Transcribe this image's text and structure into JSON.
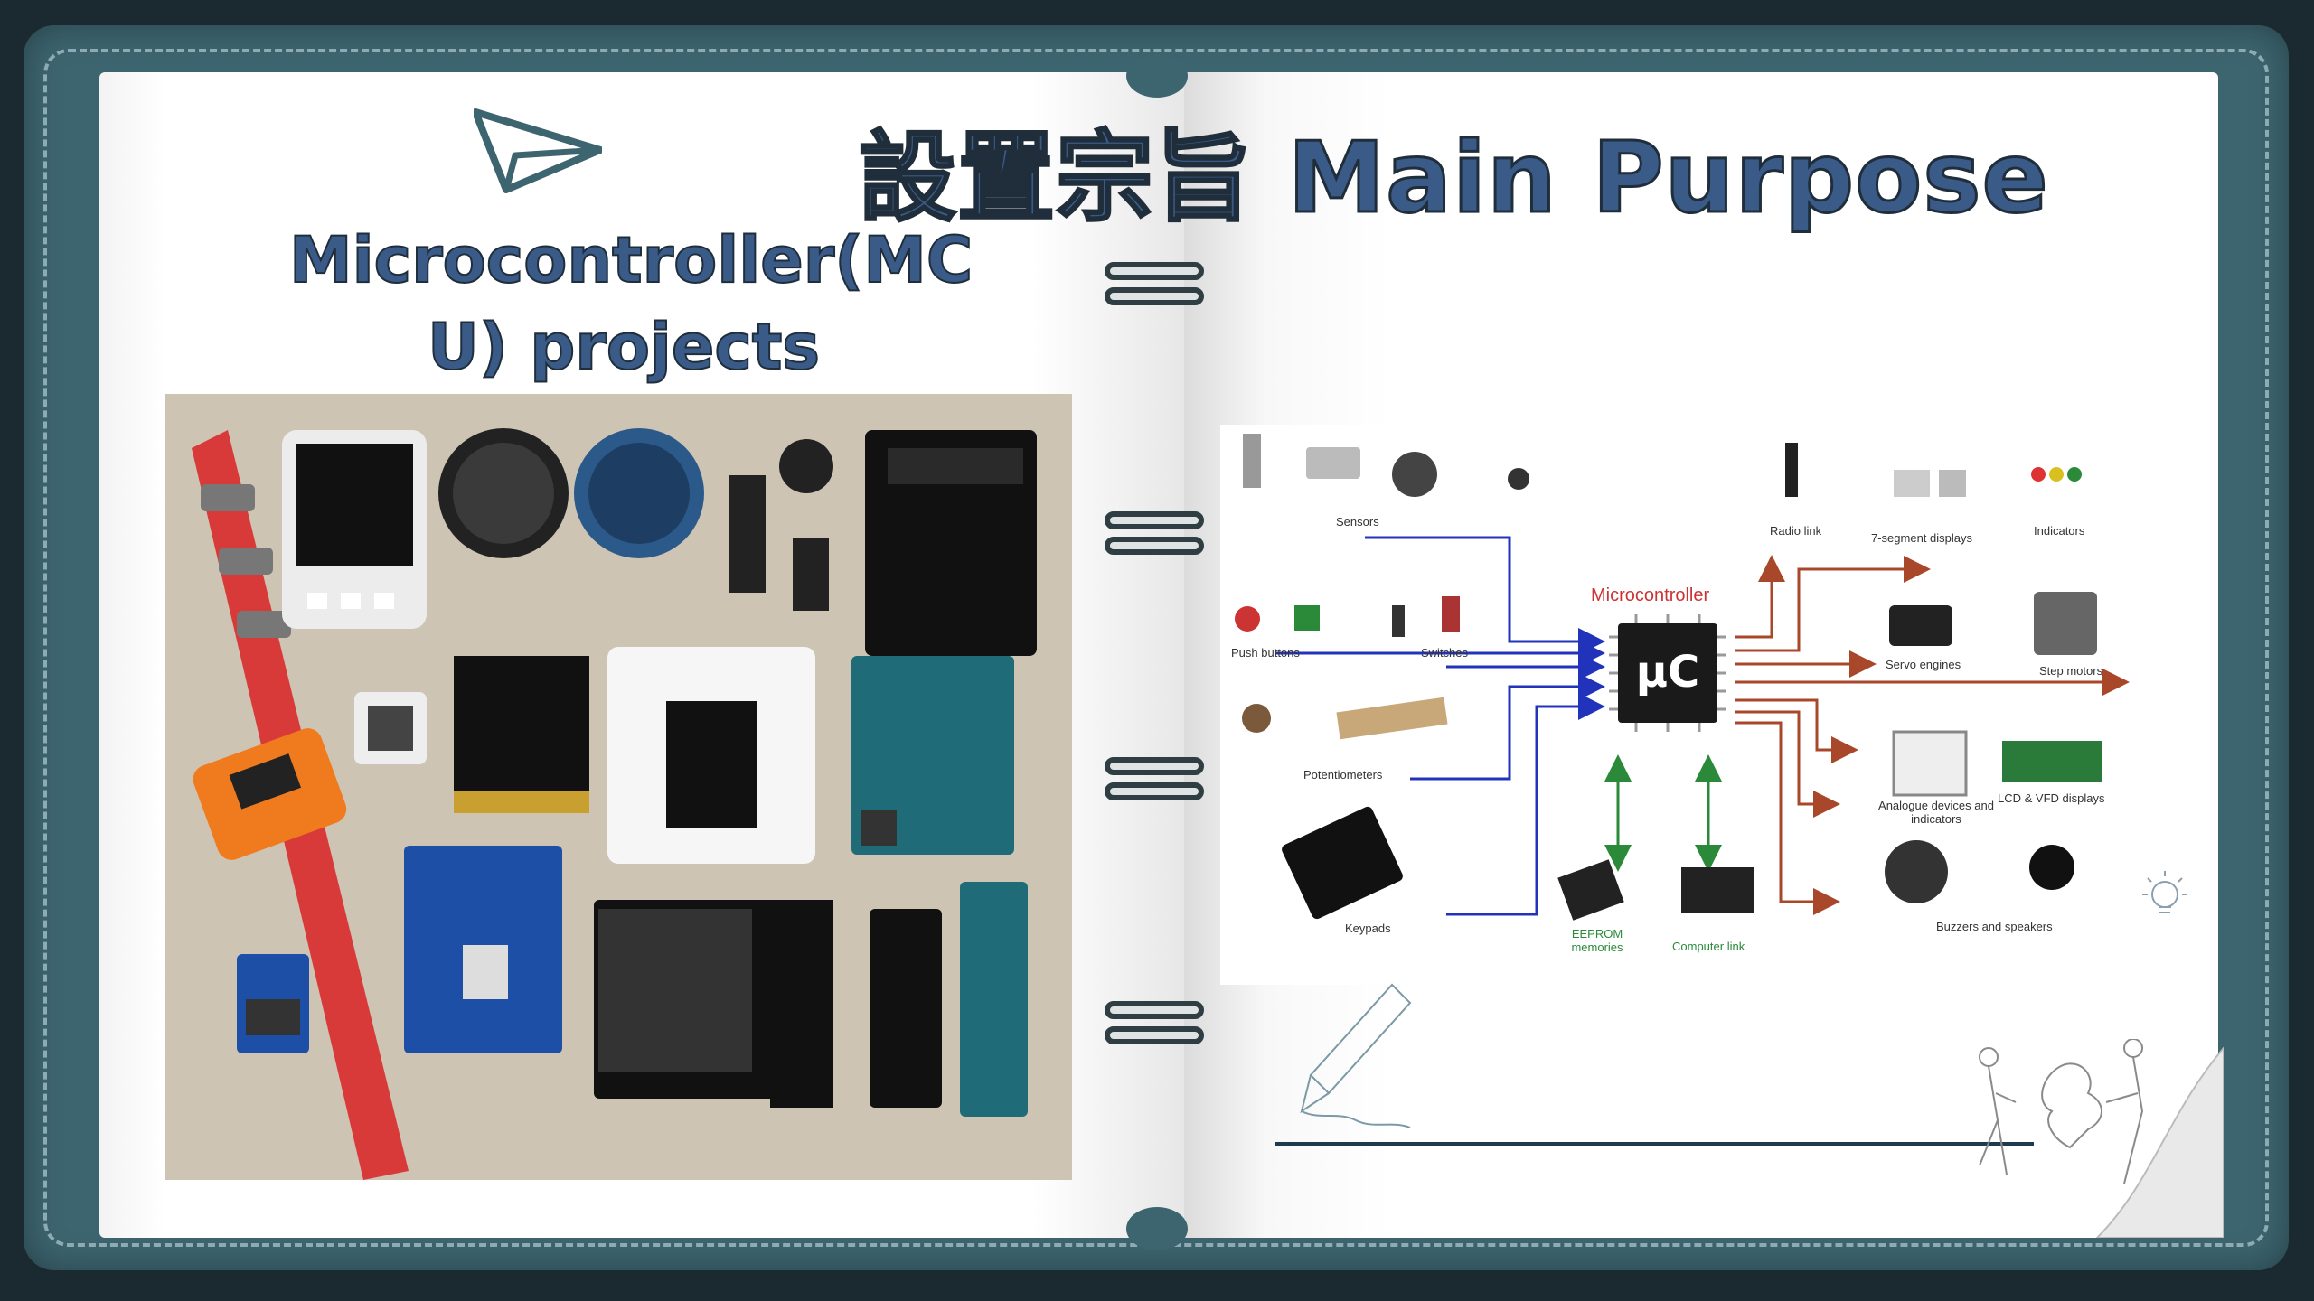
{
  "slide": {
    "title": "設置宗旨 Main Purpose",
    "subtitle": "Microcontroller(MCU) projects",
    "subtitle_line1": "Microcontroller(MC",
    "subtitle_line2": "U) projects"
  },
  "diagram": {
    "center_title": "Microcontroller",
    "chip_label": "μC",
    "inputs": [
      "Sensors",
      "Push buttons",
      "Switches",
      "Potentiometers",
      "Keypads"
    ],
    "memory": [
      "EEPROM memories",
      "Computer link"
    ],
    "outputs": [
      "Radio link",
      "7-segment displays",
      "Indicators",
      "Servo engines",
      "Step motors",
      "Analogue devices and indicators",
      "LCD & VFD displays",
      "Buzzers and speakers"
    ]
  },
  "colors": {
    "binder": "#3d6570",
    "title_fill": "#3a5a88",
    "input_arrow": "#2233bb",
    "output_arrow": "#a8472a",
    "memory_arrow": "#2a8a3a"
  },
  "icons": [
    "paper-plane-icon",
    "ring-binder-icon",
    "pencil-sketch-icon",
    "puzzle-people-icon",
    "lightbulb-icon"
  ]
}
